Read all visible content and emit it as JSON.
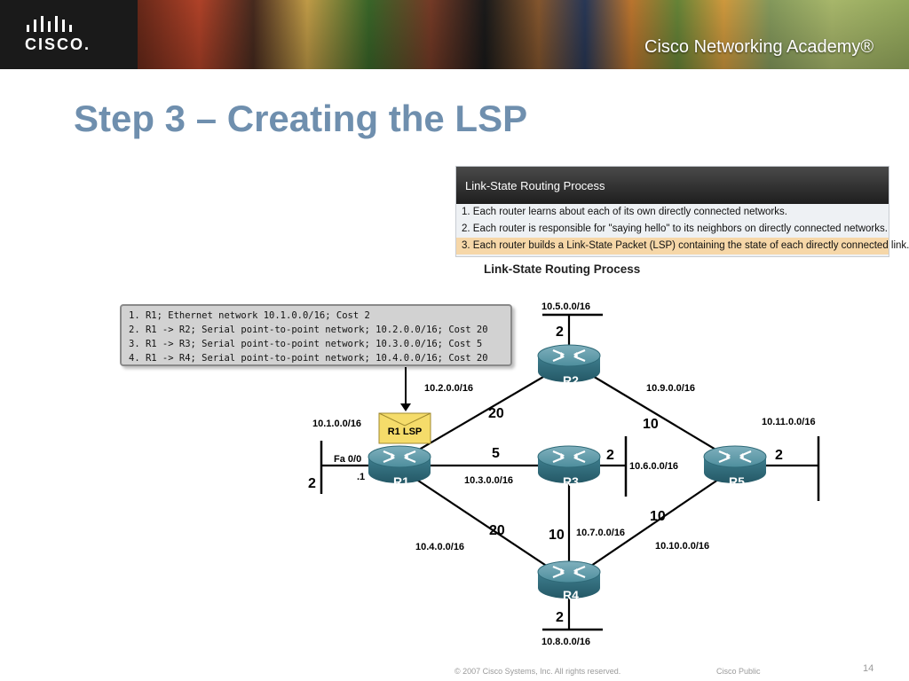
{
  "header": {
    "logo_text": "CISCO.",
    "academy_text": "Cisco Networking Academy®"
  },
  "slide": {
    "title": "Step 3 – Creating the LSP",
    "page_number": "14",
    "footer_copyright": "© 2007 Cisco Systems, Inc. All rights reserved.",
    "footer_classification": "Cisco Public"
  },
  "process_panel": {
    "header": "Link-State Routing Process",
    "steps": [
      "1. Each router learns about each of its own directly connected networks.",
      "2. Each router is responsible for \"saying hello\" to its neighbors on directly connected networks.",
      "3. Each router builds a Link-State Packet (LSP) containing the state of each directly connected link."
    ],
    "highlight_color": "#f6d7a8"
  },
  "diagram": {
    "title": "Link-State Routing Process",
    "lsp_lines": [
      "1. R1; Ethernet network 10.1.0.0/16; Cost 2",
      "2. R1 -> R2; Serial point-to-point network; 10.2.0.0/16; Cost 20",
      "3. R1 -> R3; Serial point-to-point network; 10.3.0.0/16; Cost 5",
      "4. R1 -> R4; Serial point-to-point network; 10.4.0.0/16; Cost 20"
    ],
    "lsp_tag": "R1 LSP",
    "routers": [
      "R1",
      "R2",
      "R3",
      "R4",
      "R5"
    ],
    "labels": {
      "r2_net": "10.5.0.0/16",
      "r2_cost": "2",
      "r1_r2_net": "10.2.0.0/16",
      "r1_r2_cost": "20",
      "r2_r5_net": "10.9.0.0/16",
      "r2_r5_cost": "10",
      "r1_net": "10.1.0.0/16",
      "r1_cost": "2",
      "r1_iface": "Fa 0/0",
      "r1_ip": ".1",
      "r1_r3_cost": "5",
      "r1_r3_net": "10.3.0.0/16",
      "r3_net": "10.6.0.0/16",
      "r3_cost": "2",
      "r5_net": "10.11.0.0/16",
      "r5_cost": "2",
      "r1_r4_cost": "20",
      "r1_r4_net": "10.4.0.0/16",
      "r3_r4_cost": "10",
      "r3_r4_net": "10.7.0.0/16",
      "r4_r5_cost": "10",
      "r4_r5_net": "10.10.0.0/16",
      "r4_cost": "2",
      "r4_net": "10.8.0.0/16"
    },
    "router_color": "#3f7f8f",
    "tag_color": "#f5dc6a"
  }
}
